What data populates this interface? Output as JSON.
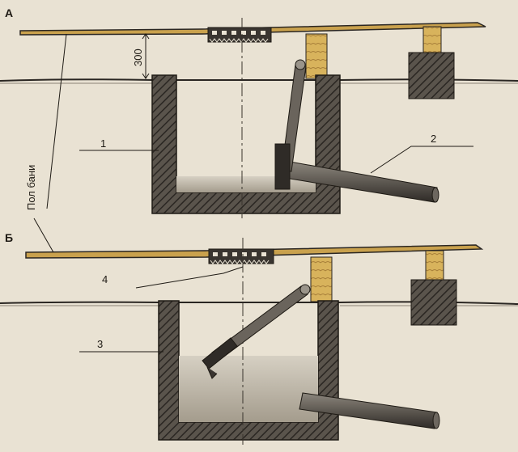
{
  "panels": [
    {
      "letter": "А"
    },
    {
      "letter": "Б"
    }
  ],
  "dimension": {
    "value": "300"
  },
  "floor_label": "Пол бани",
  "callouts": [
    {
      "number": "1"
    },
    {
      "number": "2"
    },
    {
      "number": "3"
    },
    {
      "number": "4"
    }
  ],
  "colors": {
    "paper": "#e9e2d3",
    "ink": "#1e1a14",
    "concrete": "#4a4540",
    "wood": "#d8b35c",
    "water": "#bdb5a6"
  }
}
